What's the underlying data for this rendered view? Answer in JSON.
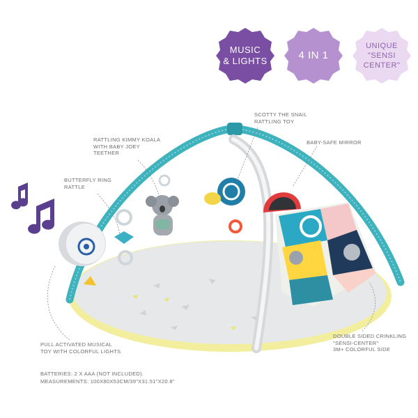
{
  "badges": {
    "music_lights": {
      "text": "MUSIC\n& LIGHTS",
      "bg": "#7a4ea3",
      "fg": "#ffffff"
    },
    "four_in_one": {
      "text": "4 IN 1",
      "bg": "#b591cf",
      "fg": "#ffffff"
    },
    "sensi_center": {
      "text": "UNIQUE\n\"SENSI\nCENTER\"",
      "bg": "#ead9f0",
      "fg": "#8c63ad"
    }
  },
  "callouts": {
    "scotty": "SCOTTY THE SNAIL\nRATTLING TOY",
    "koala": "RATTLING KIMMY KOALA\nWITH BABY JOEY\nTEETHER",
    "mirror": "BABY-SAFE MIRROR",
    "butterfly": "BUTTERFLY RING\nRATTLE",
    "musical": "PULL ACTIVATED MUSICAL\nTOY WITH COLORFUL LIGHTS",
    "crinkling": "DOUBLE SIDED CRINKLING\n\"SENSI-CENTER\"\n3M+ COLORFUL SIDE"
  },
  "footer": {
    "batteries": "BATTERIES: 2 X AAA (NOT INCLUDED).",
    "measurements": "MEASUREMENTS: 100X80X53CM/39\"X31.51\"X20.8\""
  },
  "icons": [
    "music-note-icon",
    "music-note-icon"
  ],
  "colors": {
    "arch_teal": "#3eb3bd",
    "mat_trim": "#ece35a",
    "mat": "#e6e8ea",
    "note_purple": "#5b3f8f"
  }
}
